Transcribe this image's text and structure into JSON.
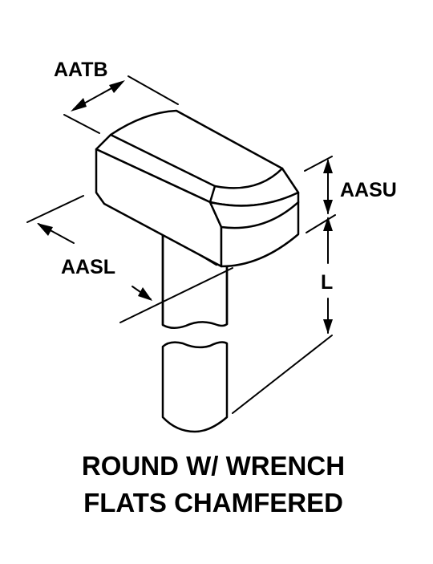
{
  "labels": {
    "aatb": "AATB",
    "aasu": "AASU",
    "aasl": "AASL",
    "l": "L"
  },
  "caption": {
    "line1": "ROUND W/ WRENCH",
    "line2": "FLATS CHAMFERED"
  }
}
